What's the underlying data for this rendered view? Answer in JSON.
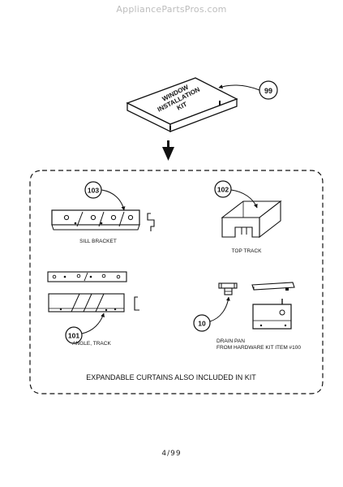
{
  "header": {
    "watermark": "AppliancePartsPros.com"
  },
  "kit_box": {
    "label_lines": [
      "WINDOW",
      "INSTALLATION",
      "KIT"
    ],
    "callout": "99"
  },
  "parts": {
    "sill_bracket": {
      "callout": "103",
      "label": "SILL BRACKET"
    },
    "top_track": {
      "callout": "102",
      "label": "TOP TRACK"
    },
    "angle_track": {
      "callout": "101",
      "label": "ANGLE, TRACK"
    },
    "drain_pan": {
      "callout": "10",
      "label_lines": [
        "DRAIN PAN",
        "FROM HARDWARE KIT ITEM #100"
      ]
    }
  },
  "kit_note": "EXPANDABLE CURTAINS ALSO INCLUDED IN KIT",
  "footer": {
    "page_code": "4/99"
  }
}
